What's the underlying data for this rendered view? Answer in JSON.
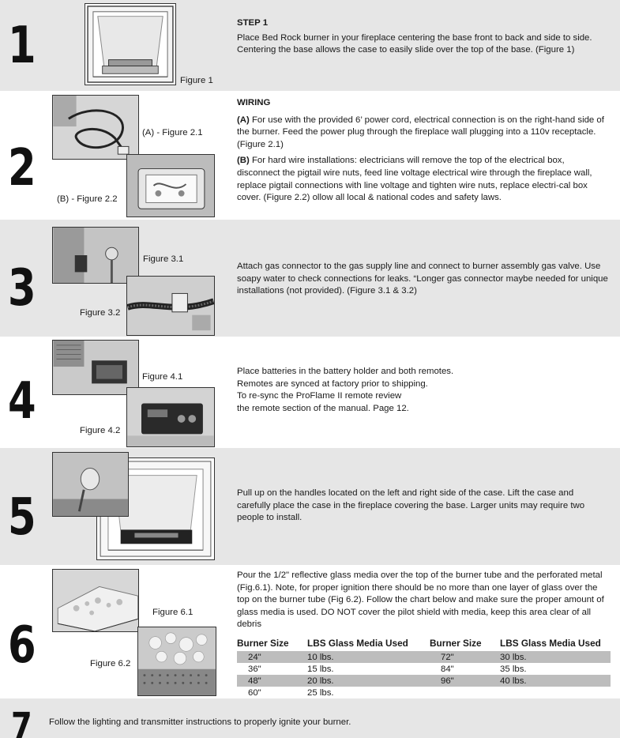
{
  "steps": [
    {
      "number": "1",
      "heading": "STEP 1",
      "paragraphs": [
        "Place Bed Rock burner in your fireplace centering the base front to back and side to side. Centering the base allows the case to easily slide over the top of the base. (Figure 1)"
      ],
      "figures": [
        "Figure 1"
      ]
    },
    {
      "number": "2",
      "heading": "WIRING",
      "paragraphs": [
        {
          "label": "(A)",
          "text": " For use with the provided 6’ power cord, electrical connection is on the right-hand side of the burner.  Feed the power plug through the fireplace wall plugging into a 110v receptacle. (Figure 2.1)"
        },
        {
          "label": "(B)",
          "text": " For hard wire installations: electricians will remove the top of the electrical box, disconnect the pigtail wire nuts, feed line voltage electrical wire through the fireplace wall, replace pigtail connections with line voltage and tighten wire nuts, replace electri-cal box cover. (Figure 2.2) ollow all local & national codes and safety laws."
        }
      ],
      "figures": [
        "(A) - Figure 2.1",
        "(B) - Figure 2.2"
      ]
    },
    {
      "number": "3",
      "paragraphs": [
        "Attach gas connector to the gas supply line and connect to burner assembly gas valve. Use soapy water to check connections for leaks.  “Longer gas connector maybe needed for unique installations (not provided). (Figure 3.1 & 3.2)"
      ],
      "figures": [
        "Figure 3.1",
        "Figure 3.2"
      ]
    },
    {
      "number": "4",
      "lines": [
        "Place batteries in the battery holder and both remotes.",
        "Remotes are synced at factory prior to shipping.",
        "To re-sync the ProFlame II remote review",
        "the remote section of the manual. Page 12."
      ],
      "figures": [
        "Figure 4.1",
        "Figure 4.2"
      ]
    },
    {
      "number": "5",
      "paragraphs": [
        "Pull up on the handles located on the left and right side of the case.  Lift the case and carefully place the case in the fireplace covering the base. Larger units may require two people to install."
      ],
      "figures": []
    },
    {
      "number": "6",
      "paragraphs": [
        "Pour the 1/2\" reflective glass media over the top of the burner tube and the perforated metal (Fig.6.1).  Note, for proper ignition there should be no more than one layer of glass over the top on the burner tube (Fig 6.2).  Follow the chart below and make sure the proper amount of glass media is used. DO NOT cover the pilot shield with media, keep this area clear of all debris"
      ],
      "figures": [
        "Figure 6.1",
        "Figure 6.2"
      ],
      "table": {
        "headers": [
          "Burner Size",
          "LBS Glass Media Used",
          "Burner Size",
          "LBS Glass Media Used"
        ],
        "rows": [
          [
            "24\"",
            "10 lbs.",
            "72\"",
            "30 lbs."
          ],
          [
            "36\"",
            "15 lbs.",
            "84\"",
            "35 lbs."
          ],
          [
            "48\"",
            "20 lbs.",
            "96\"",
            "40 lbs."
          ],
          [
            "60\"",
            "25 lbs.",
            "",
            ""
          ]
        ]
      }
    },
    {
      "number": "7",
      "paragraphs": [
        "Follow the lighting and transmitter instructions to properly ignite your burner."
      ]
    }
  ]
}
